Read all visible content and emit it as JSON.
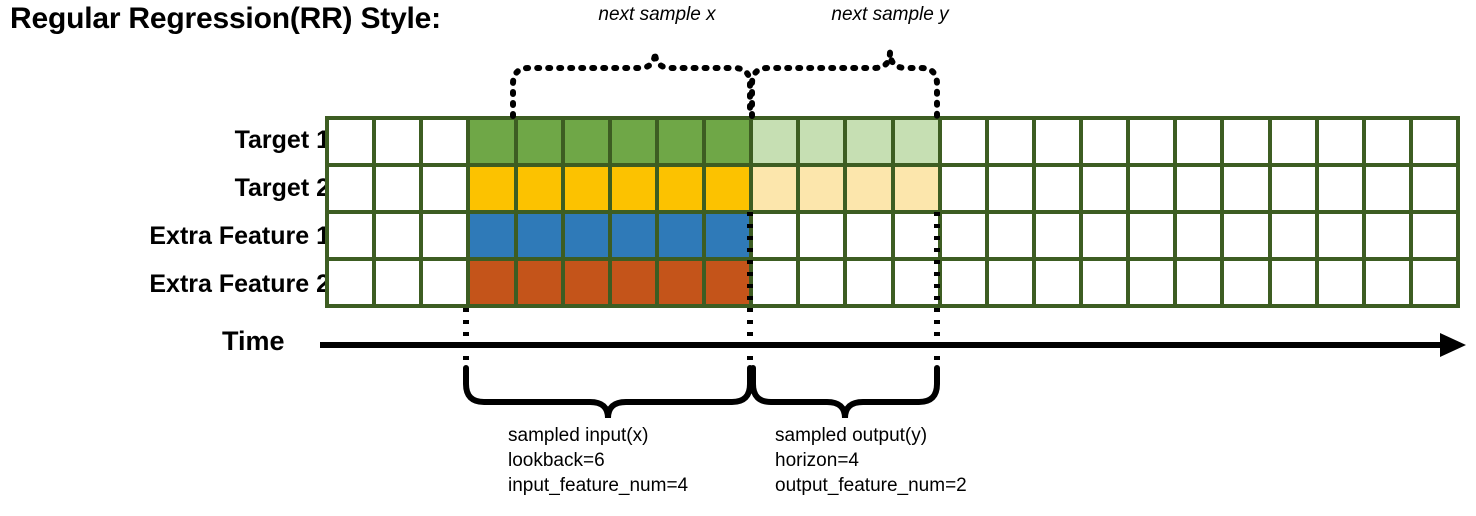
{
  "title": "Regular Regression(RR) Style:",
  "top_braces": [
    {
      "label": "next sample x"
    },
    {
      "label": "next sample y"
    }
  ],
  "rows": [
    {
      "label": "Target 1"
    },
    {
      "label": "Target 2"
    },
    {
      "label": "Extra Feature 1"
    },
    {
      "label": "Extra Feature 2"
    }
  ],
  "axis": {
    "label": "Time"
  },
  "grid": {
    "columns": 24,
    "rows": 4,
    "border_color": "#3d5d22",
    "segments": {
      "pad_left": 3,
      "input_len": 6,
      "output_len": 4,
      "pad_right": 11
    },
    "cell_classes": [
      [
        "cell",
        "cell",
        "cell",
        "c-green",
        "c-green",
        "c-green",
        "c-green",
        "c-green",
        "c-green",
        "c-lgreen",
        "c-lgreen",
        "c-lgreen",
        "c-lgreen",
        "cell",
        "cell",
        "cell",
        "cell",
        "cell",
        "cell",
        "cell",
        "cell",
        "cell",
        "cell",
        "cell"
      ],
      [
        "cell",
        "cell",
        "cell",
        "c-gold",
        "c-gold",
        "c-gold",
        "c-gold",
        "c-gold",
        "c-gold",
        "c-lgold",
        "c-lgold",
        "c-lgold",
        "c-lgold",
        "cell",
        "cell",
        "cell",
        "cell",
        "cell",
        "cell",
        "cell",
        "cell",
        "cell",
        "cell",
        "cell"
      ],
      [
        "cell",
        "cell",
        "cell",
        "c-blue",
        "c-blue",
        "c-blue",
        "c-blue",
        "c-blue",
        "c-blue",
        "cell",
        "cell",
        "cell",
        "cell",
        "cell",
        "cell",
        "cell",
        "cell",
        "cell",
        "cell",
        "cell",
        "cell",
        "cell",
        "cell",
        "cell"
      ],
      [
        "cell",
        "cell",
        "cell",
        "c-orange",
        "c-orange",
        "c-orange",
        "c-orange",
        "c-orange",
        "c-orange",
        "cell",
        "cell",
        "cell",
        "cell",
        "cell",
        "cell",
        "cell",
        "cell",
        "cell",
        "cell",
        "cell",
        "cell",
        "cell",
        "cell",
        "cell"
      ]
    ]
  },
  "colors": {
    "target1": "#6fa747",
    "target1_light": "#c6dfb3",
    "target2": "#fcc200",
    "target2_light": "#fce6ac",
    "extra1": "#2f7ab8",
    "extra2": "#c4541a",
    "grid_border": "#3d5d22",
    "line": "#000000"
  },
  "captions": {
    "input": {
      "line1": "sampled input(x)",
      "line2": "lookback=6",
      "line3": "input_feature_num=4"
    },
    "output": {
      "line1": "sampled output(y)",
      "line2": "horizon=4",
      "line3": "output_feature_num=2"
    }
  }
}
